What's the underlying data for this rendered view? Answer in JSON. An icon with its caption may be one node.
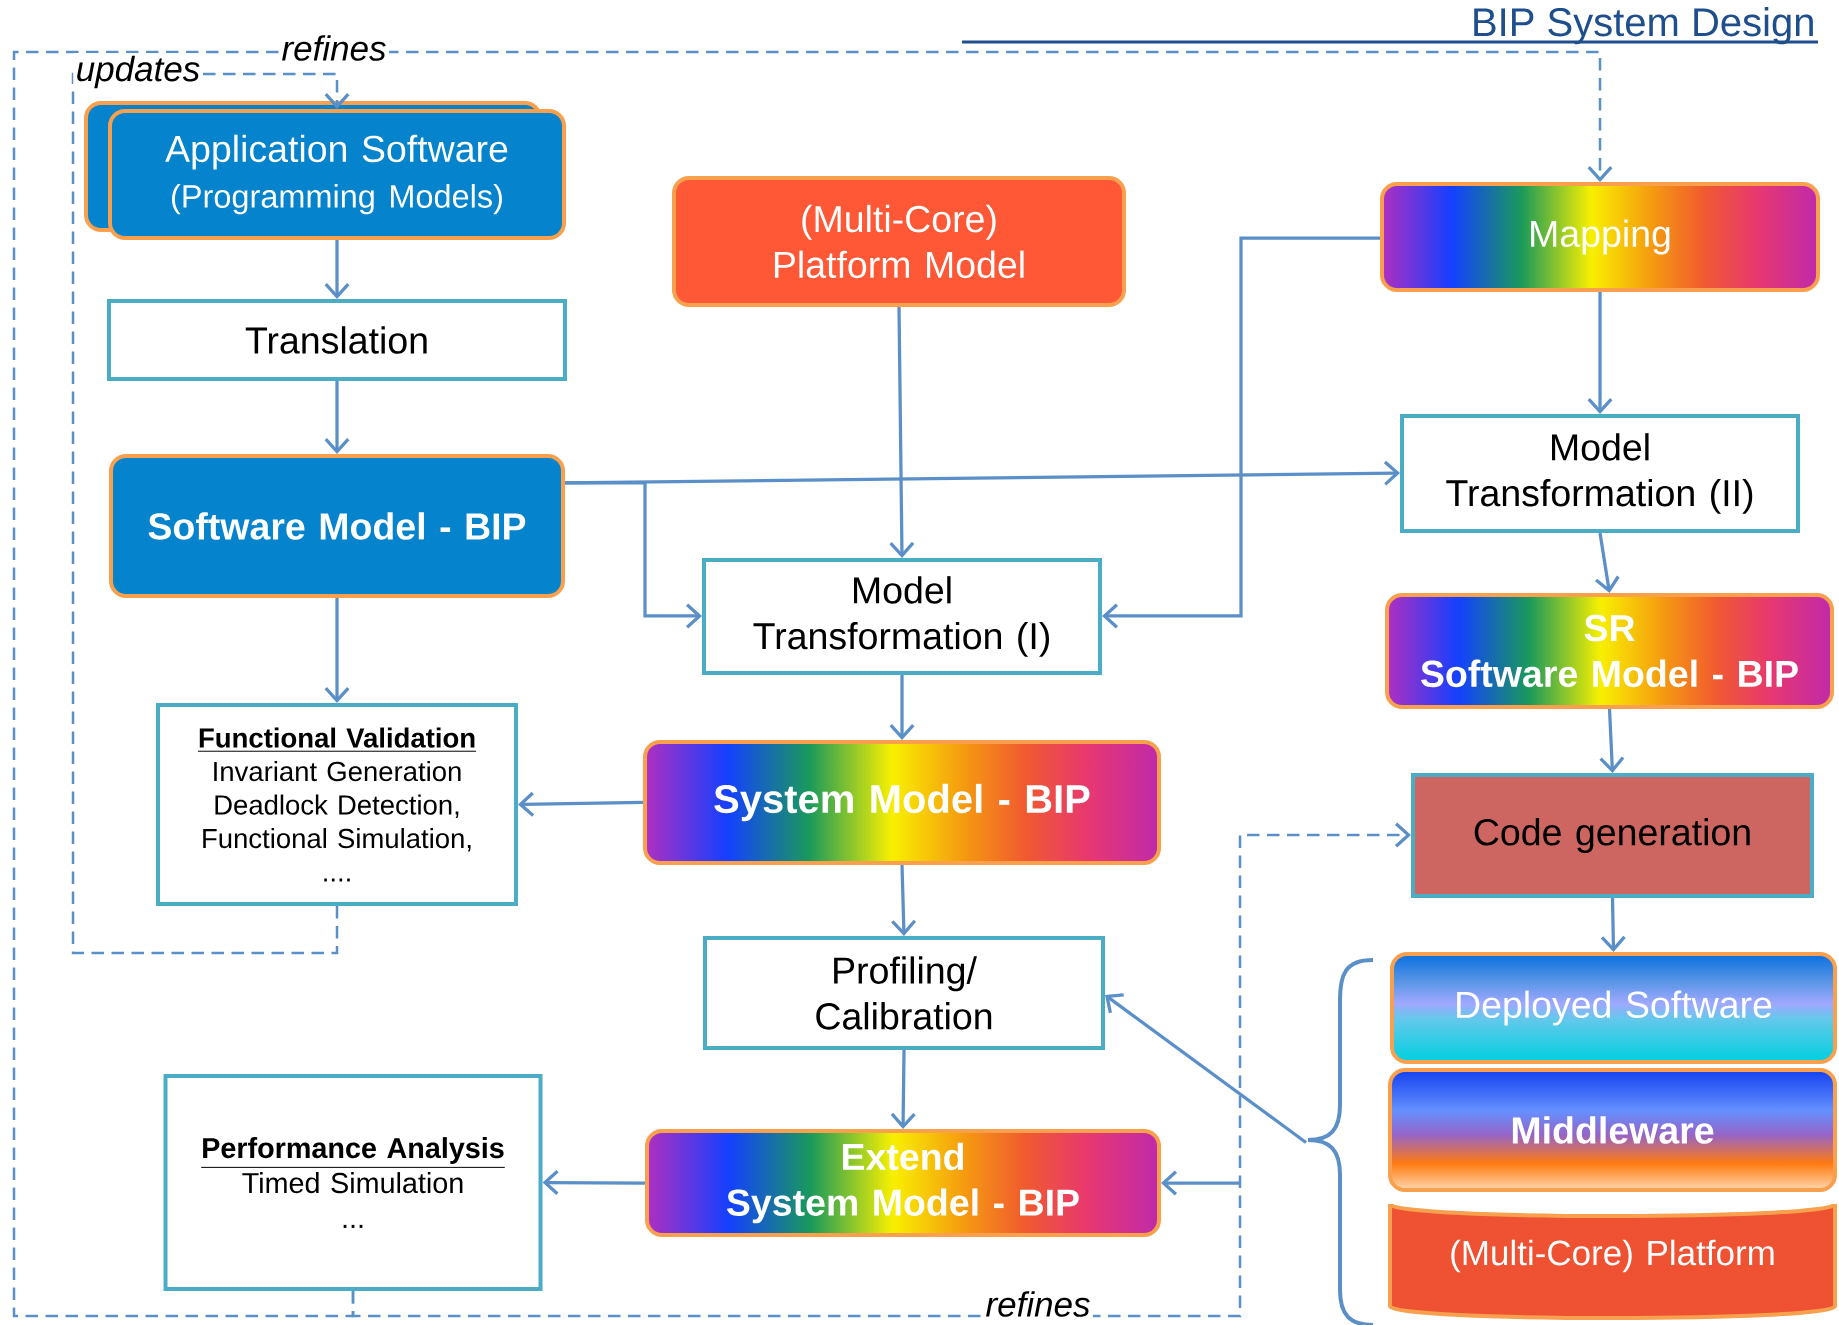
{
  "diagram": {
    "title": "BIP System Design",
    "nodes": [
      {
        "text": [
          "Application Software",
          "(Programming Models)"
        ]
      },
      {
        "text": [
          "(Multi-Core) Platform Model"
        ]
      },
      {
        "text": [
          "Mapping"
        ]
      },
      {
        "text": [
          "Translation"
        ]
      },
      {
        "text": [
          "Software Model - BIP"
        ]
      },
      {
        "text": [
          "Model Transformation (II)"
        ]
      },
      {
        "text": [
          "Model Transformation (I)"
        ]
      },
      {
        "text": [
          "SR",
          "Software Model - BIP"
        ]
      },
      {
        "text": [
          "Functional Validation",
          "Invariant Generation",
          "Deadlock Detection,",
          "Functional Simulation,",
          "...."
        ]
      },
      {
        "text": [
          "System Model - BIP"
        ]
      },
      {
        "text": [
          "Code generation"
        ]
      },
      {
        "text": [
          "Profiling/ Calibration"
        ]
      },
      {
        "text": [
          "Deployed Software"
        ]
      },
      {
        "text": [
          "Performance Analysis",
          "Timed Simulation",
          "..."
        ]
      },
      {
        "text": [
          "Extend",
          "System Model - BIP"
        ]
      },
      {
        "text": [
          "Middleware"
        ]
      },
      {
        "text": [
          "(Multi-Core) Platform"
        ]
      },
      {
        "text": [],
        "shape": "brace"
      }
    ],
    "edges": [
      {
        "from": 0,
        "to": 3,
        "arrow": "to"
      },
      {
        "from": 3,
        "to": 4,
        "arrow": "to"
      },
      {
        "from": 4,
        "to": 5,
        "arrow": "to"
      },
      {
        "from": 4,
        "to": 6,
        "arrow": "to"
      },
      {
        "from": 1,
        "to": 6,
        "arrow": "to"
      },
      {
        "from": 2,
        "to": 6,
        "arrow": "to"
      },
      {
        "from": 2,
        "to": 5,
        "arrow": "to"
      },
      {
        "from": 5,
        "to": 7,
        "arrow": "to"
      },
      {
        "from": 7,
        "to": 10,
        "arrow": "to"
      },
      {
        "from": 6,
        "to": 9,
        "arrow": "to"
      },
      {
        "from": 9,
        "to": 8,
        "arrow": "to"
      },
      {
        "from": 4,
        "to": 8,
        "arrow": "to"
      },
      {
        "from": 9,
        "to": 11,
        "arrow": "to"
      },
      {
        "from": 11,
        "to": 14,
        "arrow": "to"
      },
      {
        "from": 14,
        "to": 13,
        "arrow": "to"
      },
      {
        "from": 10,
        "to": 12,
        "arrow": "to"
      },
      {
        "from": 17,
        "to": 11,
        "arrow": "to"
      },
      {
        "from": 8,
        "to": 0,
        "arrow": "to",
        "style": "dashed",
        "label": "updates"
      },
      {
        "from": 13,
        "to": 2,
        "arrow": "to",
        "style": "dashed",
        "label": "refines"
      },
      {
        "from": 13,
        "to": 10,
        "arrow": "to",
        "style": "dashed",
        "label": "refines"
      },
      {
        "from": null,
        "to": 14,
        "arrow": "to"
      }
    ]
  }
}
